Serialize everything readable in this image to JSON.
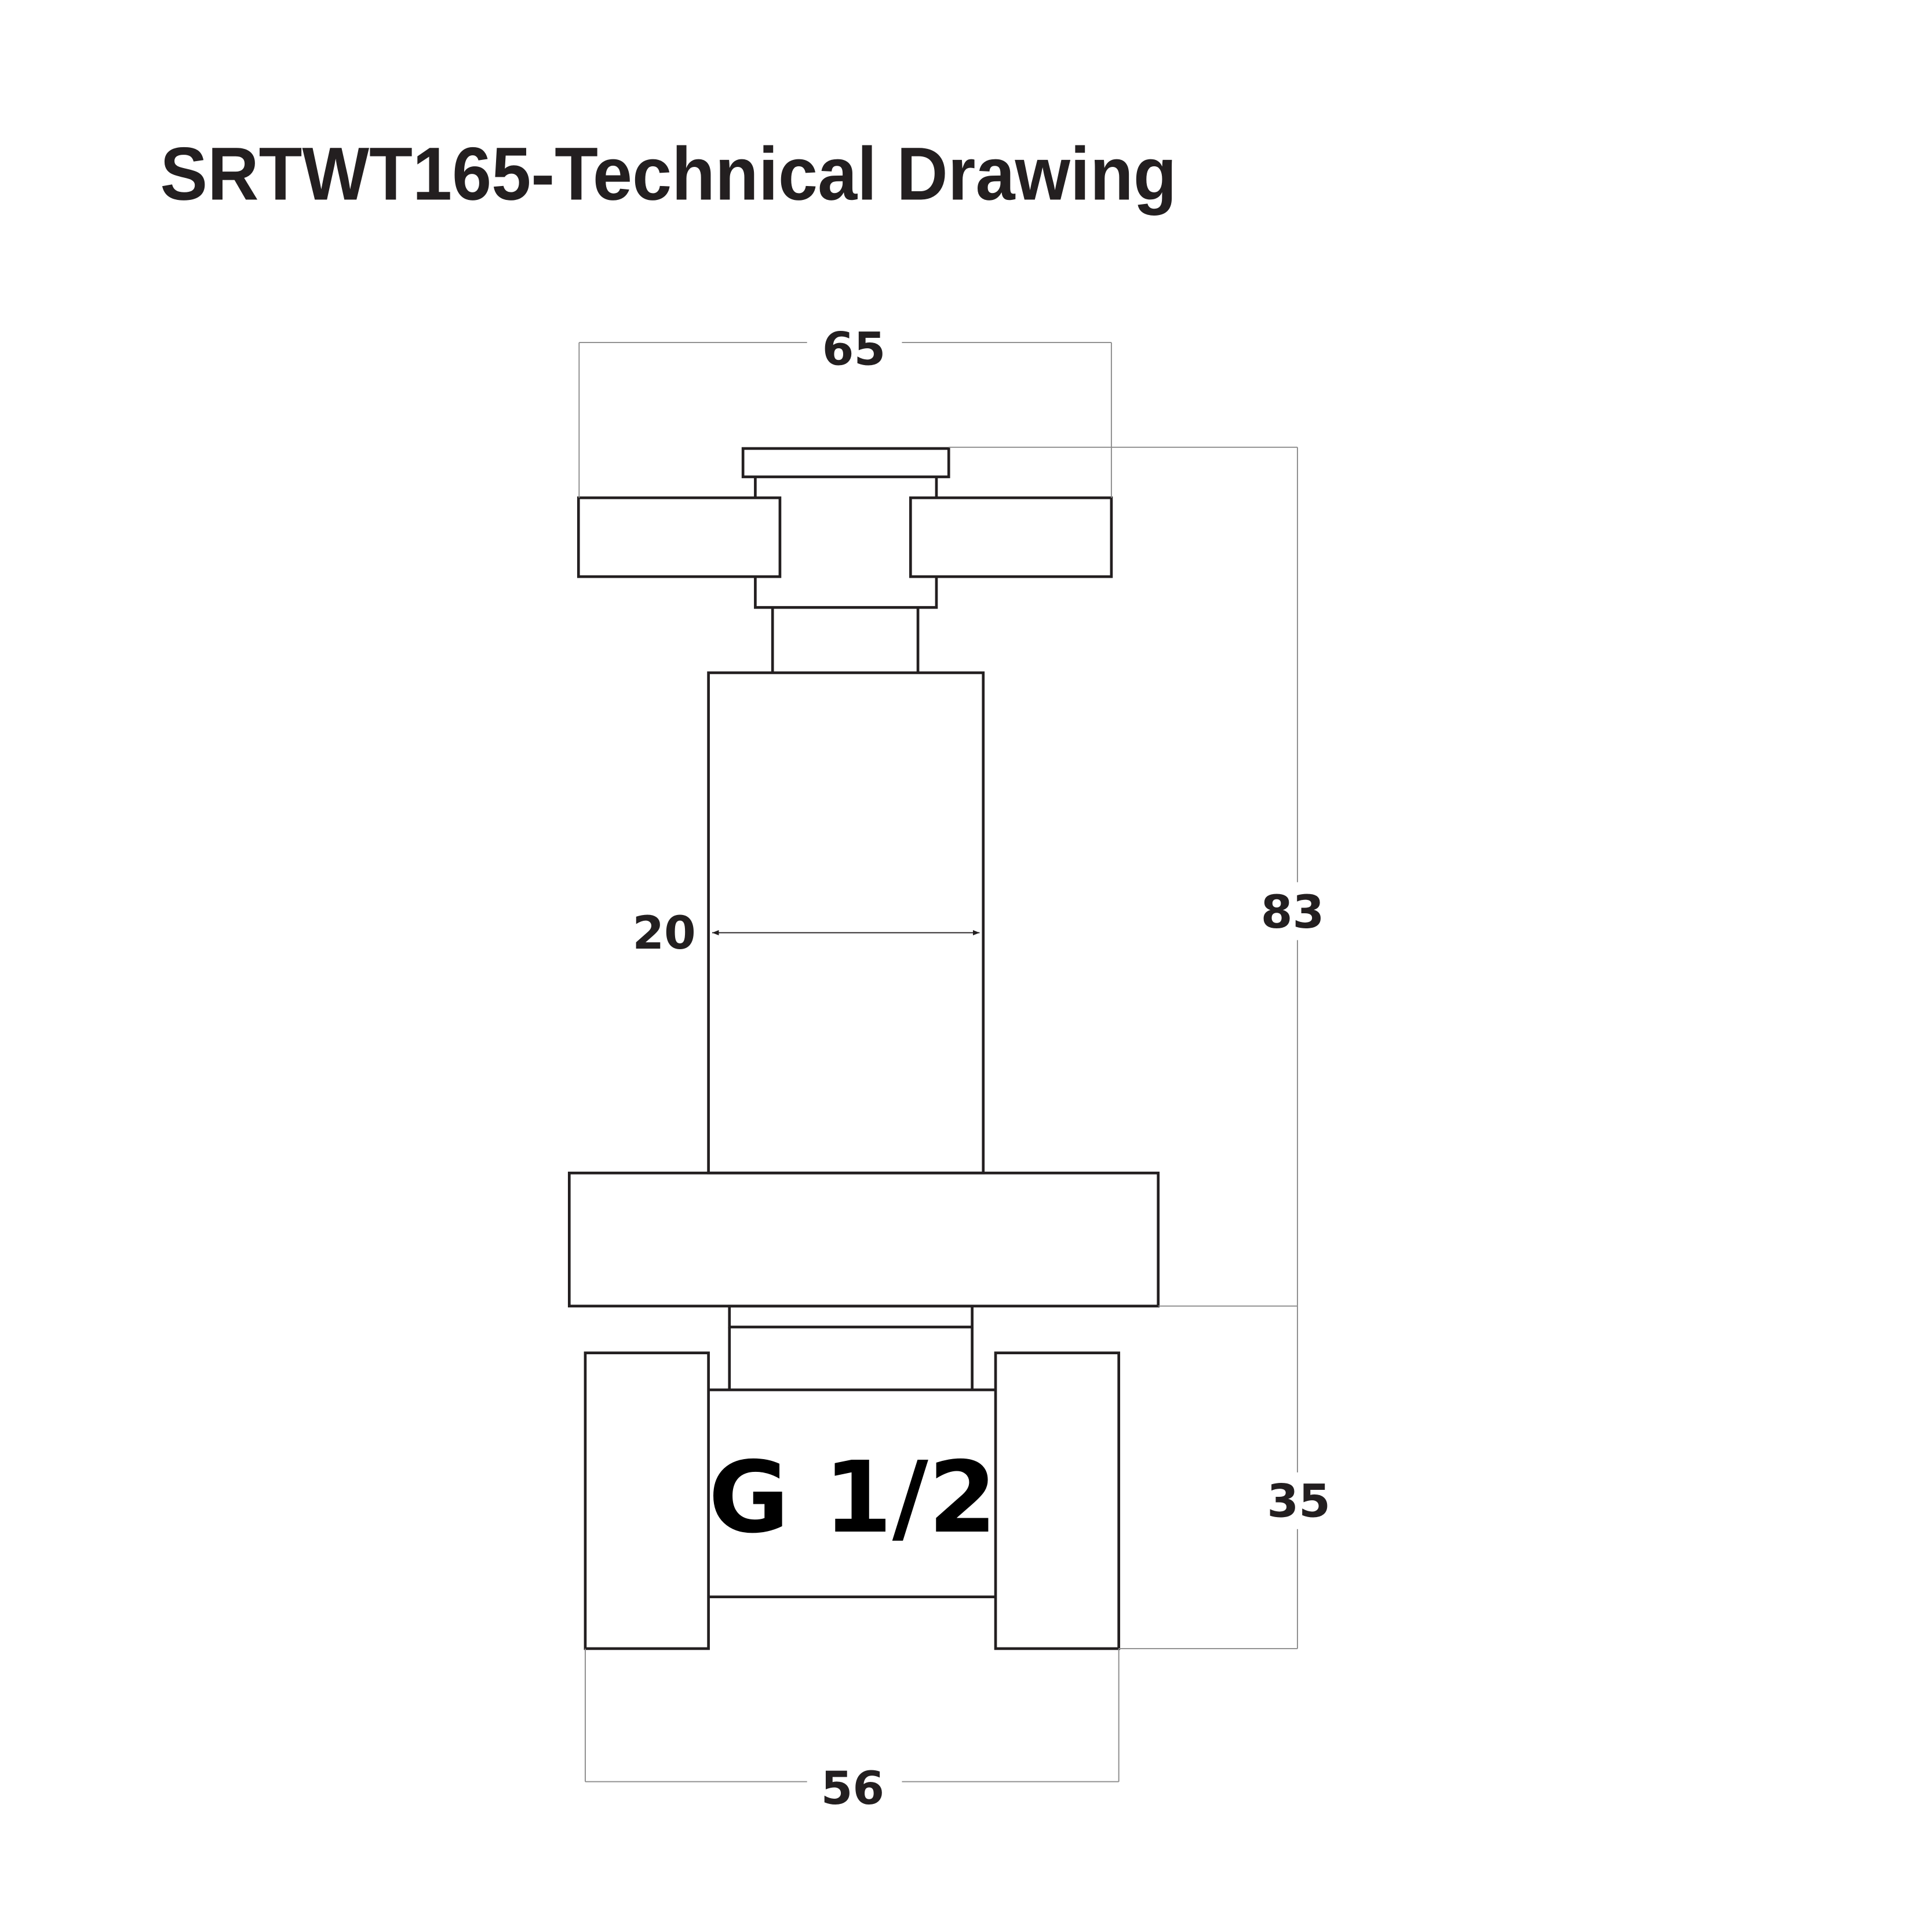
{
  "title": "SRTWT165-Technical Drawing",
  "dimensions": {
    "top_width": "65",
    "body_width": "20",
    "total_height": "83",
    "lower_height": "35",
    "bottom_width": "56"
  },
  "thread_label": "G 1/2",
  "colors": {
    "outline": "#231f20",
    "dimension_line": "#8c8c8c",
    "background": "#ffffff"
  }
}
